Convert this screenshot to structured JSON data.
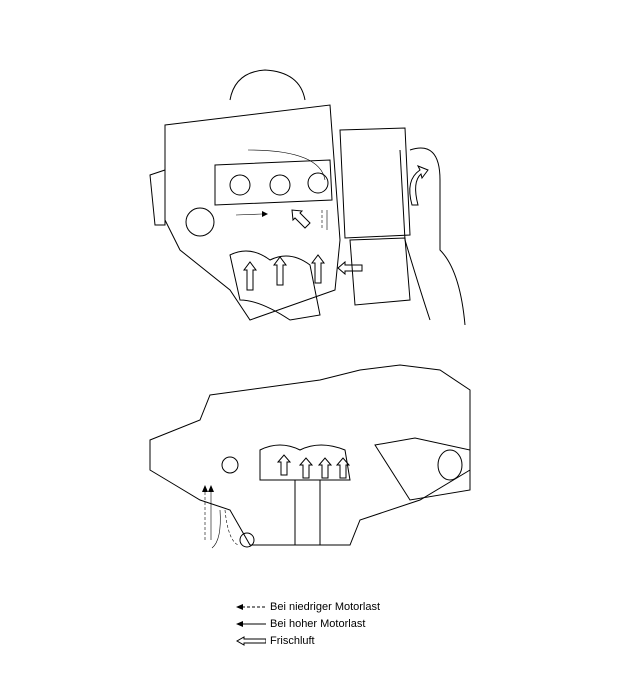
{
  "legend": {
    "items": [
      {
        "icon": "dashed-arrow-icon",
        "label": "Bei niedriger Motorlast"
      },
      {
        "icon": "solid-arrow-icon",
        "label": "Bei hoher Motorlast"
      },
      {
        "icon": "hollow-arrow-icon",
        "label": "Frischluft"
      }
    ]
  }
}
